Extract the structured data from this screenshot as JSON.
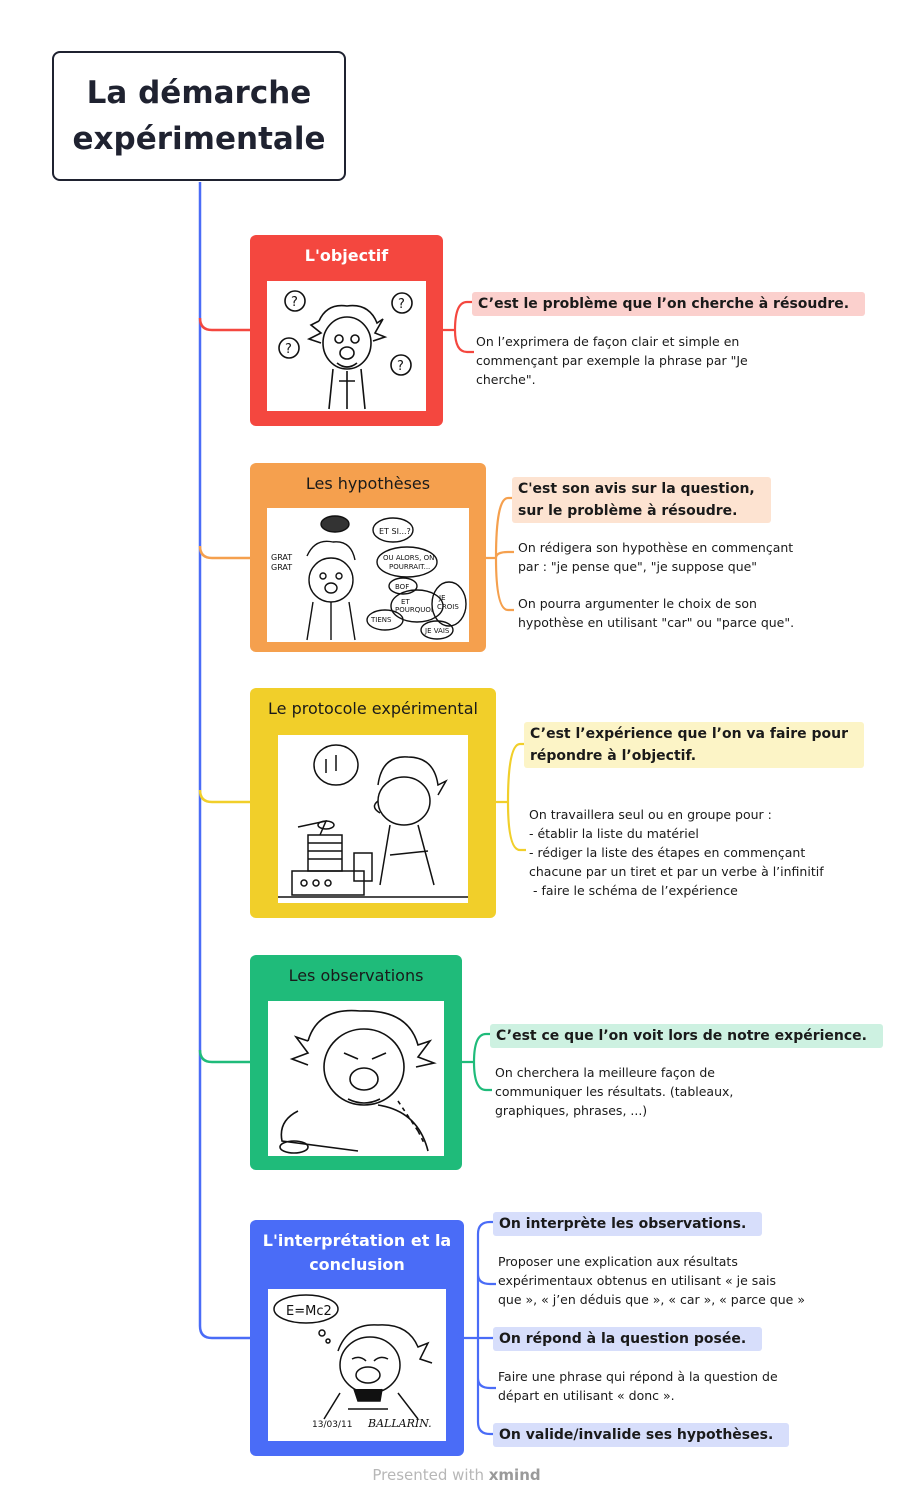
{
  "root": {
    "line1": "La démarche",
    "line2": "expérimentale"
  },
  "colors": {
    "trunk": "#4a6cf7",
    "objectif": "#f4473f",
    "hypotheses": "#f5a04e",
    "protocole": "#f1cf2a",
    "observations": "#1fbb7a",
    "conclusion": "#4a6cf7",
    "hl_objectif": "#fbd0cd",
    "hl_hypotheses": "#fde3d1",
    "hl_protocole": "#fcf4c6",
    "hl_observations": "#cdf1e1",
    "hl_conclusion": "#d7defb"
  },
  "branches": {
    "objectif": {
      "title": "L'objectif",
      "image_icon": "puzzled-scientist-question-marks",
      "headline": "C’est le problème que l’on cherche à résoudre.",
      "detail": [
        "On l’exprimera de façon clair et simple en",
        "commençant par exemple la phrase par \"Je",
        "cherche\"."
      ]
    },
    "hypotheses": {
      "title": "Les hypothèses",
      "image_icon": "thinking-scientist-speech-bubbles",
      "headline": [
        "C'est son avis sur la question,",
        "sur le problème à résoudre."
      ],
      "detail1": [
        "On rédigera son hypothèse en commençant",
        "par : \"je pense que\",  \"je suppose que\""
      ],
      "detail2": [
        "On pourra argumenter le choix de son",
        "hypothèse en utilisant \"car\" ou \"parce que\"."
      ]
    },
    "protocole": {
      "title": "Le protocole expérimental",
      "image_icon": "scientist-with-apparatus",
      "headline": [
        "C’est l’expérience que l’on va faire pour",
        "répondre à l’objectif."
      ],
      "detail": [
        "On travaillera seul ou en groupe pour :",
        "- établir la liste du matériel",
        "- rédiger la liste des étapes en commençant",
        "chacune par un tiret et par un verbe à l’infinitif",
        " - faire le schéma de l’expérience"
      ]
    },
    "observations": {
      "title": "Les observations",
      "image_icon": "scientist-observing",
      "headline": "C’est ce que l’on voit lors de notre expérience.",
      "detail": [
        "On cherchera la meilleure façon de",
        "communiquer les résultats. (tableaux,",
        "graphiques, phrases, ...)"
      ]
    },
    "conclusion": {
      "title": [
        "L'interprétation et la",
        "conclusion"
      ],
      "image_icon": "scientist-emc2",
      "image_text": {
        "formula": "E=Mc2",
        "date": "13/03/11",
        "signature": "BALLARIN."
      },
      "items": [
        {
          "headline": "On interprète les observations.",
          "detail": [
            "Proposer une explication aux résultats",
            "expérimentaux obtenus en utilisant « je sais",
            "que », « j’en déduis que », « car », « parce que »"
          ]
        },
        {
          "headline": "On répond à la question posée.",
          "detail": [
            "Faire une phrase qui répond à la question de",
            "départ en utilisant « donc »."
          ]
        },
        {
          "headline": "On valide/invalide ses hypothèses.",
          "detail": []
        }
      ]
    }
  },
  "footer": {
    "prefix": "Presented with ",
    "brand": "xmind"
  }
}
